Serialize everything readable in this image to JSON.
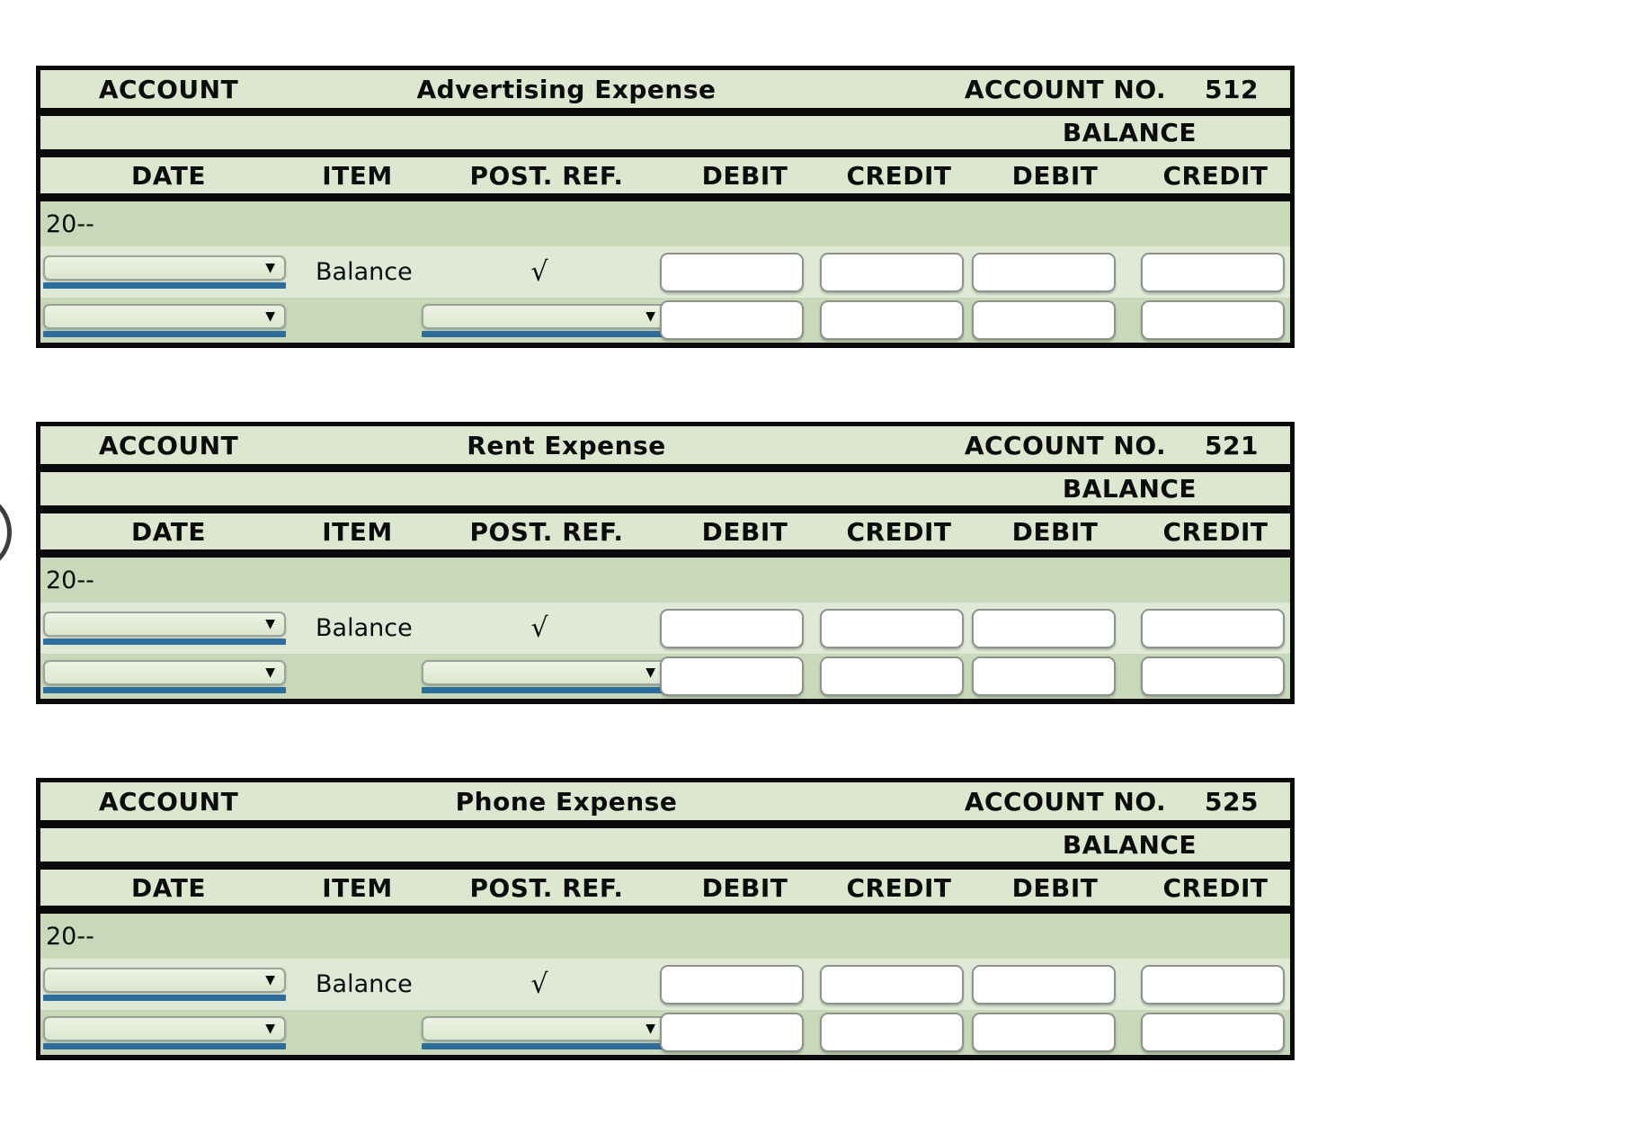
{
  "colors": {
    "row_light_green": "#dde7d0",
    "row_entry_green": "#e0e9d6",
    "row_dark_green": "#c7d9b9",
    "line_black": "#0a0a0a",
    "select_underline_blue": "#2d6e9e"
  },
  "labels": {
    "account": "ACCOUNT",
    "account_no": "ACCOUNT NO.",
    "balance": "BALANCE",
    "date": "DATE",
    "item": "ITEM",
    "post_ref": "POST. REF.",
    "debit": "DEBIT",
    "credit": "CREDIT"
  },
  "rows": {
    "year": "20--",
    "balance_item": "Balance",
    "check_mark": "√"
  },
  "inputs": {
    "date_select_value": "",
    "post_ref_select_value": "",
    "amount_value": ""
  },
  "accounts": [
    {
      "name": "Advertising Expense",
      "number": "512"
    },
    {
      "name": "Rent Expense",
      "number": "521"
    },
    {
      "name": "Phone Expense",
      "number": "525"
    }
  ]
}
